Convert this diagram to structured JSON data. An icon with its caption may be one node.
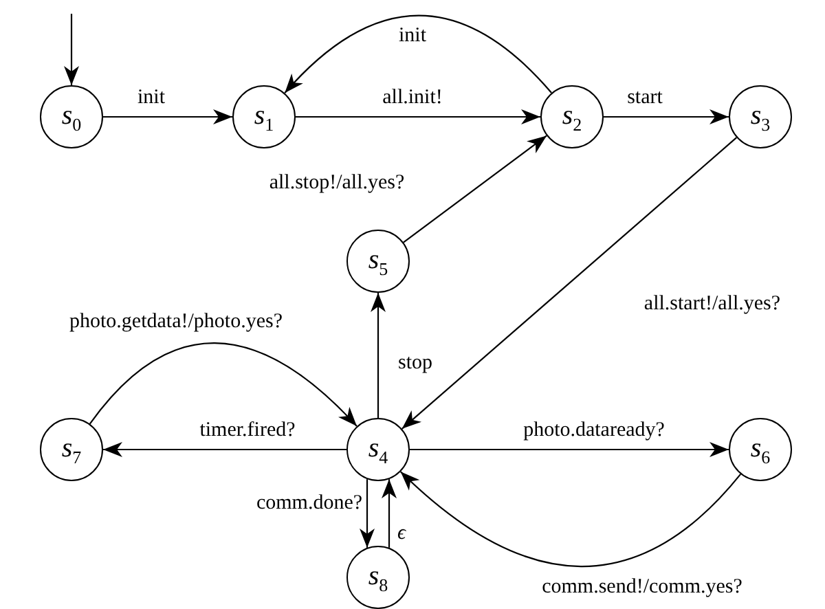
{
  "diagram": {
    "nodes": [
      {
        "text": [
          "*s*$_{0}$"
        ]
      },
      {
        "text": [
          "*s*$_{1}$"
        ]
      },
      {
        "text": [
          "*s*$_{2}$"
        ]
      },
      {
        "text": [
          "*s*$_{3}$"
        ]
      },
      {
        "text": [
          "*s*$_{4}$"
        ]
      },
      {
        "text": [
          "*s*$_{5}$"
        ]
      },
      {
        "text": [
          "*s*$_{6}$"
        ]
      },
      {
        "text": [
          "*s*$_{7}$"
        ]
      },
      {
        "text": [
          "*s*$_{8}$"
        ]
      }
    ],
    "edges": [
      {
        "from": null,
        "to": 0,
        "arrow": "to"
      },
      {
        "from": 0,
        "to": 1,
        "arrow": "to",
        "label": "init"
      },
      {
        "from": 1,
        "to": 2,
        "arrow": "to",
        "label": "all.init!"
      },
      {
        "from": 2,
        "to": 3,
        "arrow": "to",
        "label": "start"
      },
      {
        "from": 2,
        "to": 1,
        "arrow": "to",
        "label": "init"
      },
      {
        "from": 5,
        "to": 2,
        "arrow": "to",
        "label": "all.stop!/all.yes?"
      },
      {
        "from": 3,
        "to": 4,
        "arrow": "to",
        "label": "all.start!/all.yes?"
      },
      {
        "from": 4,
        "to": 5,
        "arrow": "to",
        "label": "stop"
      },
      {
        "from": 7,
        "to": 4,
        "arrow": "to",
        "label": "photo.getdata!/photo.yes?"
      },
      {
        "from": 4,
        "to": 7,
        "arrow": "to",
        "label": "timer.fired?"
      },
      {
        "from": 4,
        "to": 6,
        "arrow": "to",
        "label": "photo.dataready?"
      },
      {
        "from": 6,
        "to": 4,
        "arrow": "to",
        "label": "comm.send!/comm.yes?"
      },
      {
        "from": 4,
        "to": 8,
        "arrow": "to",
        "label": "comm.done?"
      },
      {
        "from": 8,
        "to": 4,
        "arrow": "to",
        "label": "ϵ"
      }
    ]
  }
}
